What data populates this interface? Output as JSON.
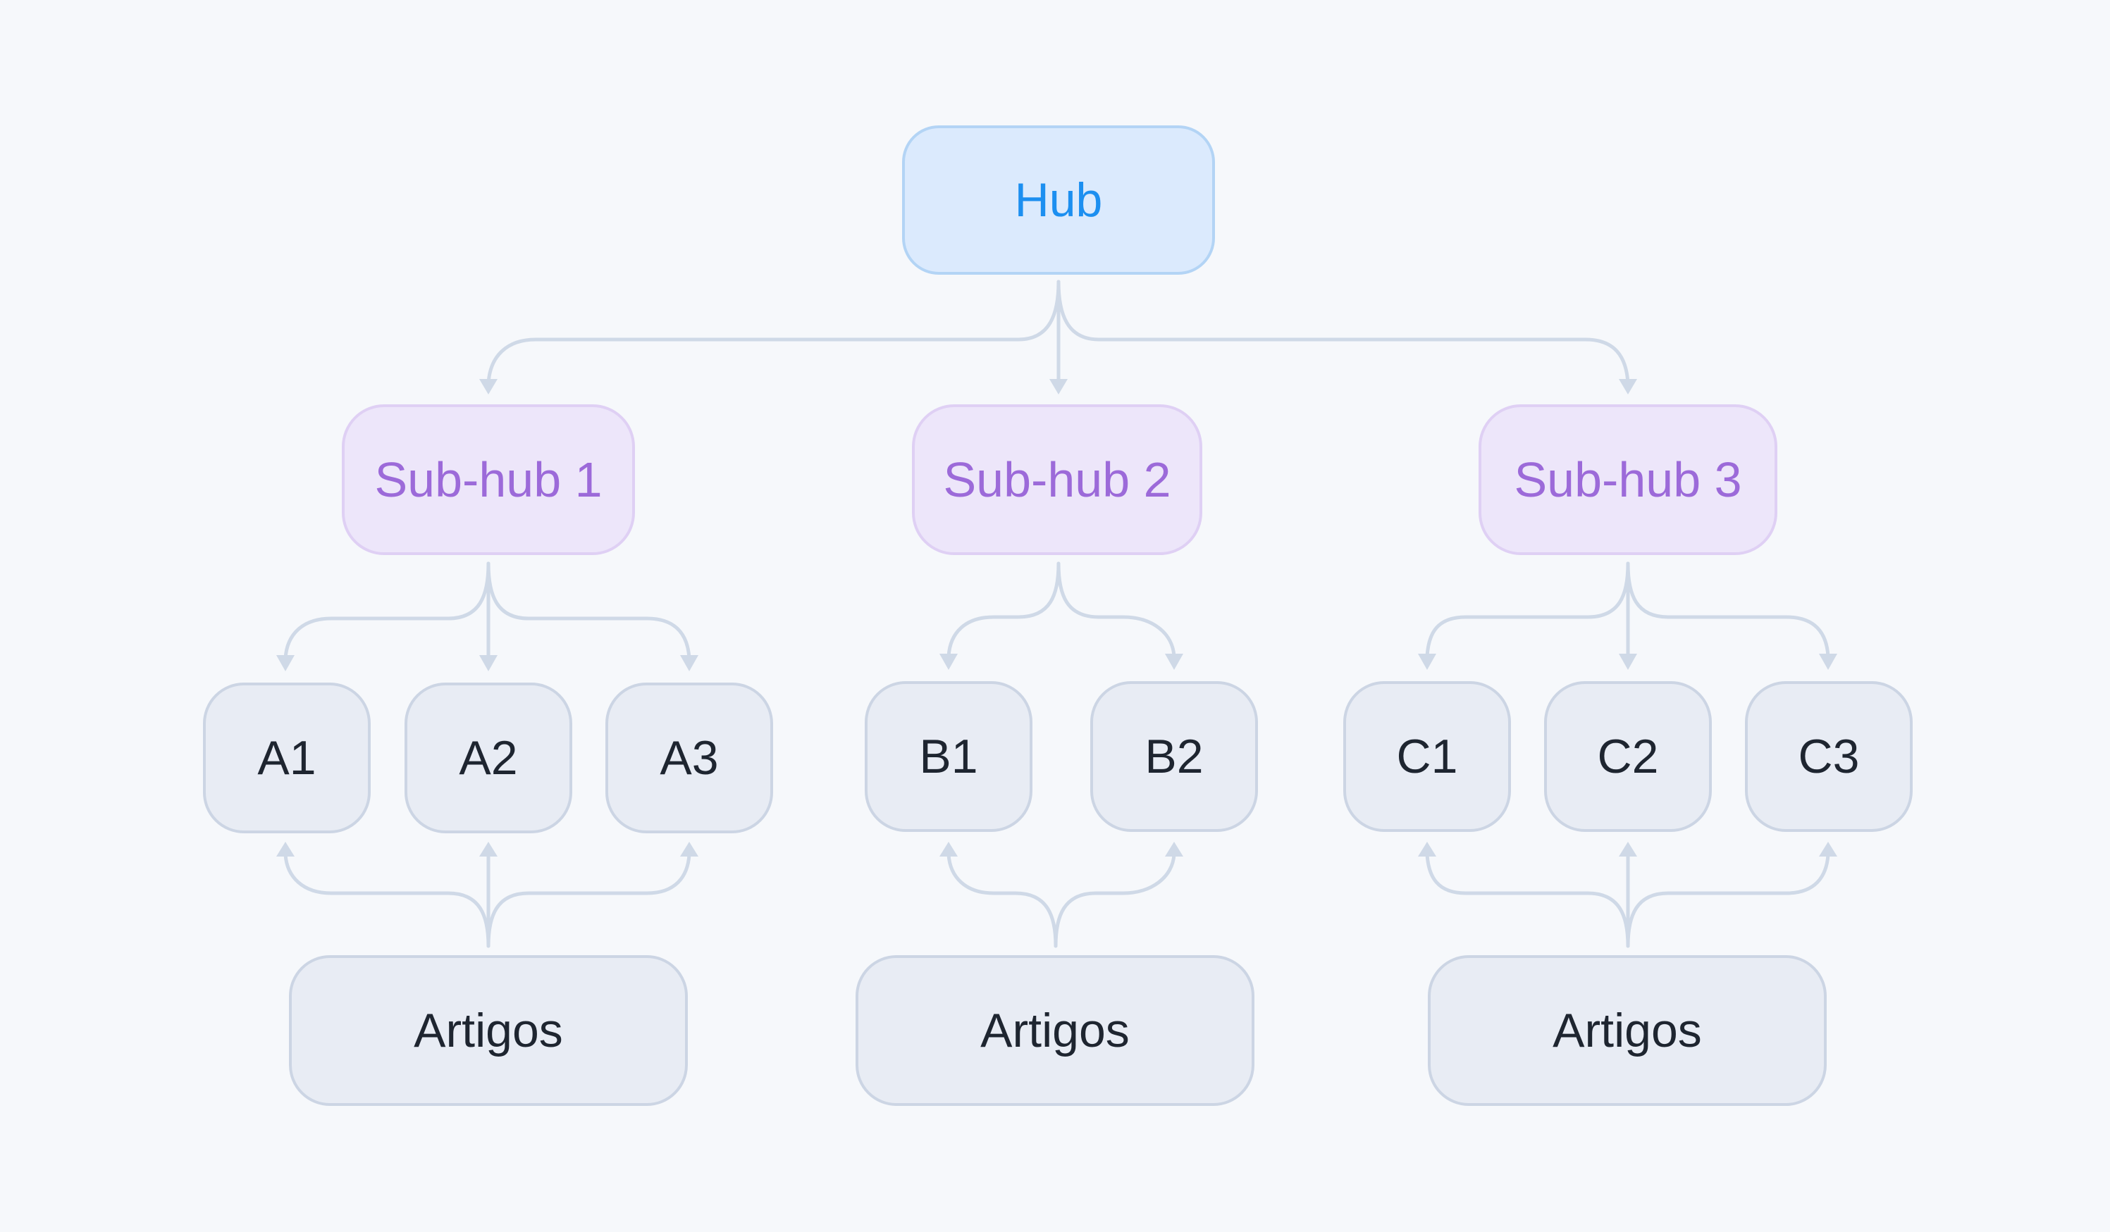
{
  "hub": {
    "label": "Hub"
  },
  "subhubs": [
    {
      "label": "Sub-hub 1"
    },
    {
      "label": "Sub-hub 2"
    },
    {
      "label": "Sub-hub 3"
    }
  ],
  "groups": [
    {
      "leaves": [
        "A1",
        "A2",
        "A3"
      ],
      "source_label": "Artigos"
    },
    {
      "leaves": [
        "B1",
        "B2"
      ],
      "source_label": "Artigos"
    },
    {
      "leaves": [
        "C1",
        "C2",
        "C3"
      ],
      "source_label": "Artigos"
    }
  ],
  "colors": {
    "background": "#f6f8fb",
    "hub_fill": "#dbeafd",
    "hub_text": "#1c8ff0",
    "subhub_fill": "#ede6fa",
    "subhub_text": "#9c6ad9",
    "leaf_fill": "#e8ecf4",
    "leaf_text": "#1e2530",
    "connector": "#cfd9e7"
  }
}
